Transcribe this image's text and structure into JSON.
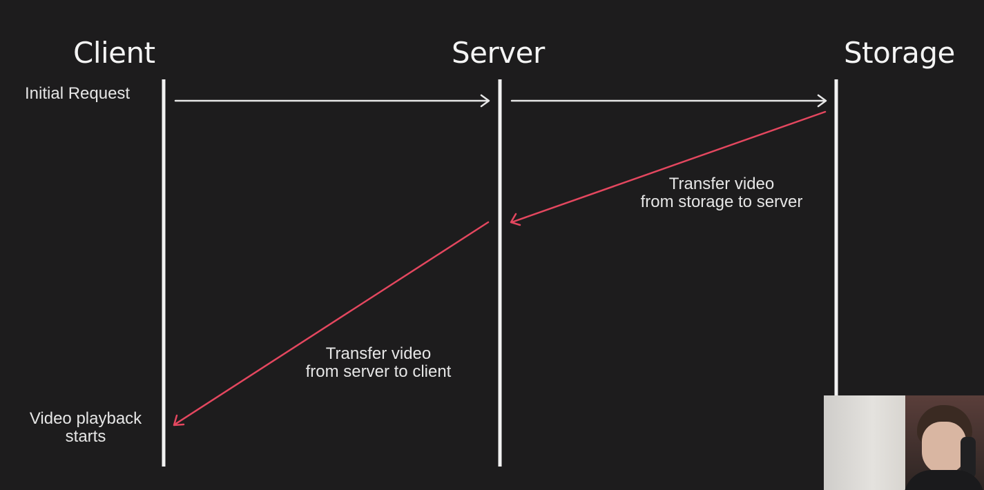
{
  "actors": {
    "client": "Client",
    "server": "Server",
    "storage": "Storage"
  },
  "notes": {
    "initial_request": "Initial Request",
    "storage_to_server_line1": "Transfer video",
    "storage_to_server_line2": "from storage to server",
    "server_to_client_line1": "Transfer video",
    "server_to_client_line2": "from server to client",
    "playback_line1": "Video playback",
    "playback_line2": "starts"
  },
  "messages": [
    {
      "from": "Client",
      "to": "Server",
      "kind": "request"
    },
    {
      "from": "Server",
      "to": "Storage",
      "kind": "request"
    },
    {
      "from": "Storage",
      "to": "Server",
      "kind": "transfer"
    },
    {
      "from": "Server",
      "to": "Client",
      "kind": "transfer"
    }
  ],
  "colors": {
    "background": "#1d1c1d",
    "lifeline": "#f2f2f2",
    "request_arrow": "#e8e8e8",
    "transfer_arrow": "#e4475f"
  },
  "icons": {
    "webcam": "presenter-webcam-feed"
  }
}
